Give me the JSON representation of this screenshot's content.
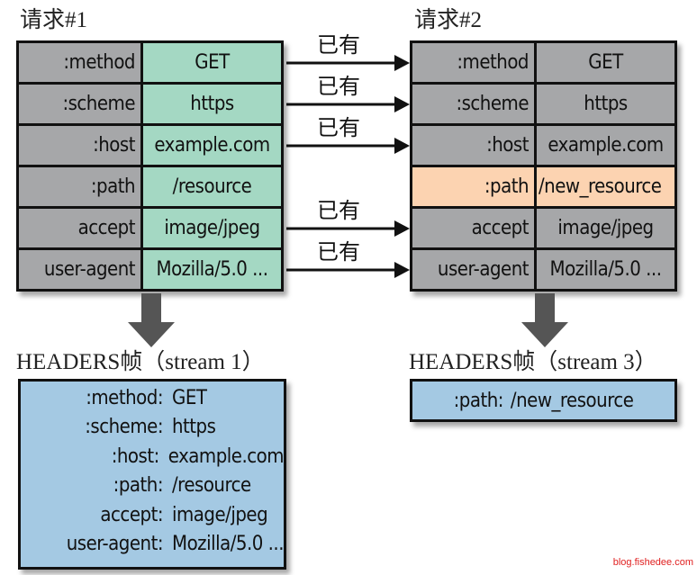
{
  "request1": {
    "title": "请求#1",
    "rows": [
      {
        "key": ":method",
        "value": "GET"
      },
      {
        "key": ":scheme",
        "value": "https"
      },
      {
        "key": ":host",
        "value": "example.com"
      },
      {
        "key": ":path",
        "value": "/resource"
      },
      {
        "key": "accept",
        "value": "image/jpeg"
      },
      {
        "key": "user-agent",
        "value": "Mozilla/5.0 ..."
      }
    ]
  },
  "request2": {
    "title": "请求#2",
    "rows": [
      {
        "key": ":method",
        "value": "GET"
      },
      {
        "key": ":scheme",
        "value": "https"
      },
      {
        "key": ":host",
        "value": "example.com"
      },
      {
        "key": ":path",
        "value": "/new_resource",
        "changed": true
      },
      {
        "key": "accept",
        "value": "image/jpeg"
      },
      {
        "key": "user-agent",
        "value": "Mozilla/5.0 ..."
      }
    ]
  },
  "arrows": {
    "label": "已有",
    "labels": [
      "已有",
      "已有",
      "已有",
      "已有",
      "已有"
    ]
  },
  "frame1": {
    "title": "HEADERS帧（stream 1）",
    "rows": [
      {
        "key": ":method:",
        "value": "GET"
      },
      {
        "key": ":scheme:",
        "value": "https"
      },
      {
        "key": ":host:",
        "value": "example.com"
      },
      {
        "key": ":path:",
        "value": "/resource"
      },
      {
        "key": "accept:",
        "value": "image/jpeg"
      },
      {
        "key": "user-agent:",
        "value": "Mozilla/5.0 ..."
      }
    ]
  },
  "frame2": {
    "title": "HEADERS帧（stream 3）",
    "rows": [
      {
        "key": ":path:",
        "value": "/new_resource"
      }
    ]
  },
  "watermark": "blog.fishedee.com",
  "colors": {
    "key_gray": "#a6a7a9",
    "request1_value": "#a4d8c3",
    "changed": "#fcd3b1",
    "frame_blue": "#a4c9e3",
    "down_arrow": "#555555",
    "watermark": "#e02020"
  }
}
